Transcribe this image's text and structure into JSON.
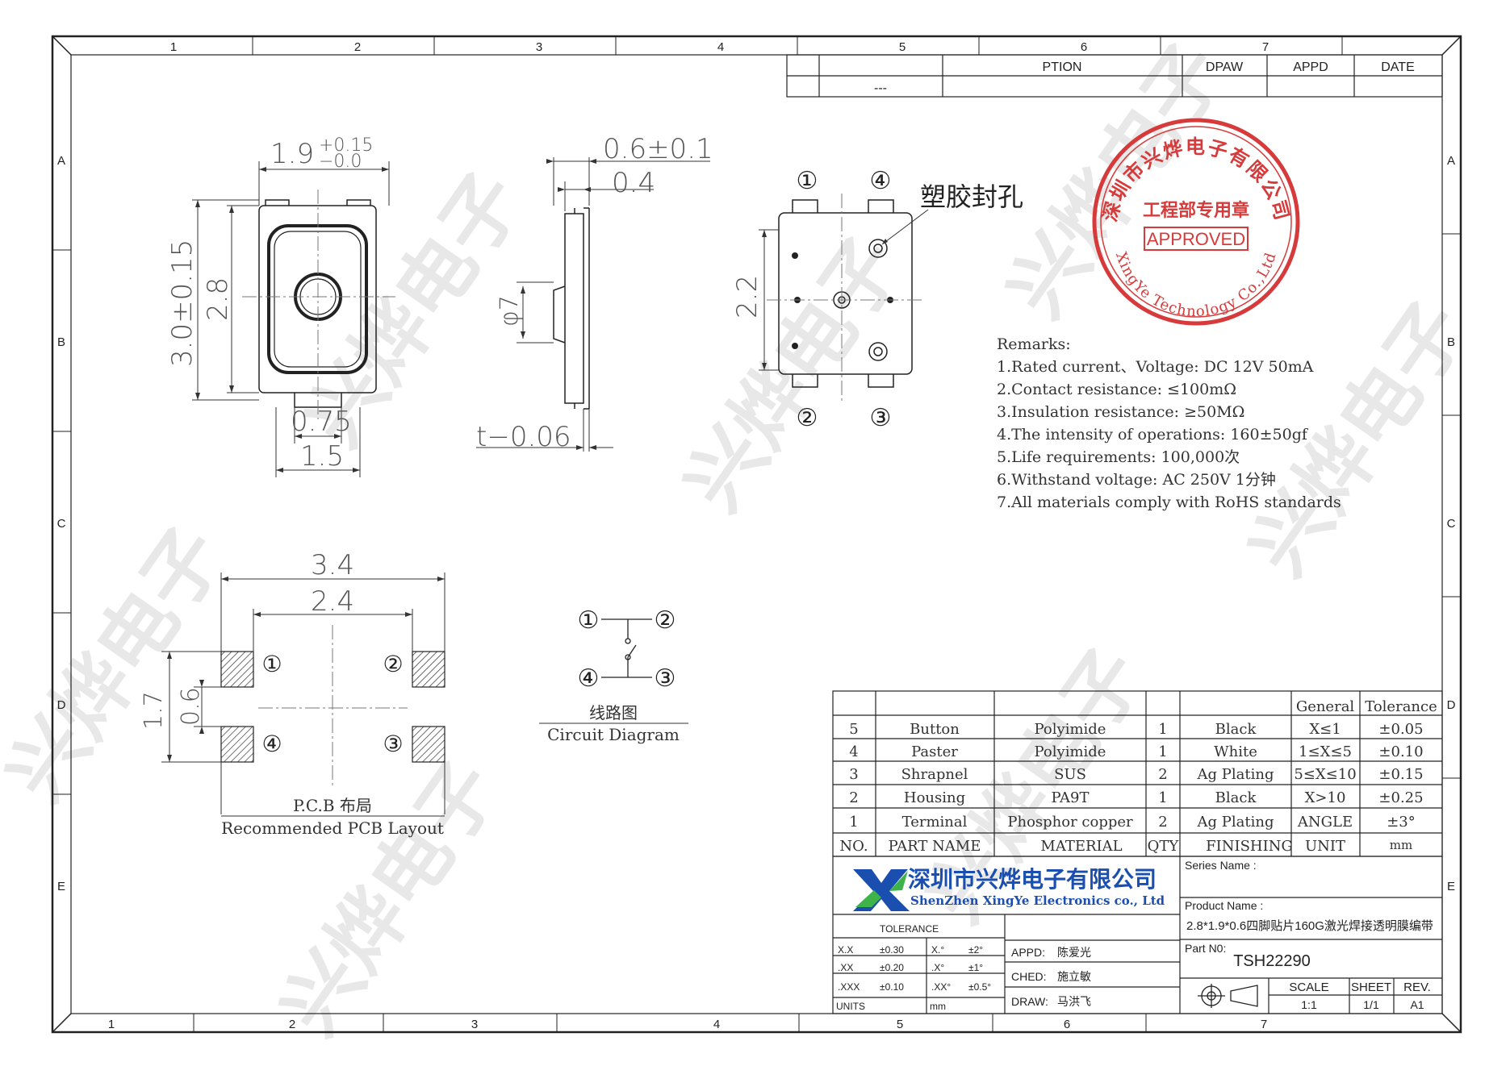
{
  "frame": {
    "top_cols": [
      "1",
      "2",
      "3",
      "4",
      "5",
      "6",
      "7"
    ],
    "bottom_cols": [
      "1",
      "2",
      "3",
      "4",
      "5",
      "6",
      "7"
    ],
    "rows": [
      "A",
      "B",
      "C",
      "D",
      "E"
    ]
  },
  "revision_table": {
    "headers": [
      "PTION",
      "DPAW",
      "APPD",
      "DATE"
    ],
    "row_value": "---"
  },
  "stamp": {
    "top_text": "深圳市兴烨电子有限公司",
    "middle_text": "工程部专用章",
    "approved": "APPROVED",
    "bottom_text": "XingYe Technology Co.,Ltd"
  },
  "watermark_text": "兴烨电子",
  "front_view": {
    "dim_width": "1.9",
    "dim_width_tol_plus": "+0.15",
    "dim_width_tol_minus": "−0.0",
    "dim_height": "3.0±0.15",
    "dim_inner": "2.8",
    "dim_pin": "0.75",
    "dim_pin_span": "1.5"
  },
  "side_view": {
    "dim_total": "0.6±0.1",
    "dim_body": "0.4",
    "dim_phi": "φ7",
    "dim_t": "t−0.06"
  },
  "top_view": {
    "pins": [
      "①",
      "④",
      "②",
      "③"
    ],
    "dim_22": "2.2",
    "hole_label": "塑胶封孔"
  },
  "remarks": {
    "title": "Remarks:",
    "items": [
      "1.Rated current、Voltage: DC 12V 50mA",
      "2.Contact resistance: ≤100mΩ",
      "3.Insulation resistance: ≥50MΩ",
      "4.The intensity of operations: 160±50gf",
      "5.Life requirements: 100,000次",
      "6.Withstand voltage: AC 250V 1分钟",
      "7.All materials comply with RoHS standards"
    ]
  },
  "pcb_layout": {
    "dim_34": "3.4",
    "dim_24": "2.4",
    "dim_17": "1.7",
    "dim_06": "0.6",
    "pins": [
      "①",
      "②",
      "④",
      "③"
    ],
    "caption_cn": "P.C.B 布局",
    "caption_en": "Recommended PCB Layout"
  },
  "circuit": {
    "pins": [
      "①",
      "②",
      "④",
      "③"
    ],
    "caption_cn": "线路图",
    "caption_en": "Circuit Diagram"
  },
  "bom": {
    "general_header": "General",
    "tolerance_header": "Tolerance",
    "rows": [
      {
        "no": "5",
        "part": "Button",
        "material": "Polyimide",
        "qty": "1",
        "finishing": "Black",
        "unit": "X≤1",
        "tol": "±0.05"
      },
      {
        "no": "4",
        "part": "Paster",
        "material": "Polyimide",
        "qty": "1",
        "finishing": "White",
        "unit": "1≤X≤5",
        "tol": "±0.10"
      },
      {
        "no": "3",
        "part": "Shrapnel",
        "material": "SUS",
        "qty": "2",
        "finishing": "Ag Plating",
        "unit": "5≤X≤10",
        "tol": "±0.15"
      },
      {
        "no": "2",
        "part": "Housing",
        "material": "PA9T",
        "qty": "1",
        "finishing": "Black",
        "unit": "X>10",
        "tol": "±0.25"
      },
      {
        "no": "1",
        "part": "Terminal",
        "material": "Phosphor copper",
        "qty": "2",
        "finishing": "Ag Plating",
        "unit": "ANGLE",
        "tol": "±3°"
      }
    ],
    "header": {
      "no": "NO.",
      "part": "PART NAME",
      "material": "MATERIAL",
      "qty": "QTY",
      "finishing": "FINISHING",
      "unit": "UNIT",
      "tol": "mm"
    }
  },
  "title_block": {
    "company_cn": "深圳市兴烨电子有限公司",
    "company_en": "ShenZhen XingYe Electronics co., Ltd",
    "series_label": "Series Name :",
    "series_value": "",
    "product_label": "Product Name :",
    "product_value": "2.8*1.9*0.6四脚贴片160G激光焊接透明膜编带",
    "part_label": "Part N0:",
    "part_value": "TSH22290",
    "tolerance_label": "TOLERANCE",
    "tol_rows": [
      {
        "k1": "X.X",
        "v1": "±0.30",
        "k2": "X.°",
        "v2": "±2°"
      },
      {
        "k1": ".XX",
        "v1": "±0.20",
        "k2": ".X°",
        "v2": "±1°"
      },
      {
        "k1": ".XXX",
        "v1": "±0.10",
        "k2": ".XX°",
        "v2": "±0.5°"
      }
    ],
    "units_label": "UNITS",
    "units_value": "mm",
    "appd_label": "APPD:",
    "appd_value": "陈爱光",
    "ched_label": "CHED:",
    "ched_value": "施立敏",
    "draw_label": "DRAW:",
    "draw_value": "马洪飞",
    "scale_label": "SCALE",
    "scale_value": "1:1",
    "sheet_label": "SHEET",
    "sheet_value": "1/1",
    "rev_label": "REV.",
    "rev_value": "A1"
  },
  "colors": {
    "stamp_red": "#d63a3a",
    "logo_blue": "#1a4fb0",
    "logo_green": "#3db34a",
    "line": "#222222",
    "dim": "#555555"
  }
}
